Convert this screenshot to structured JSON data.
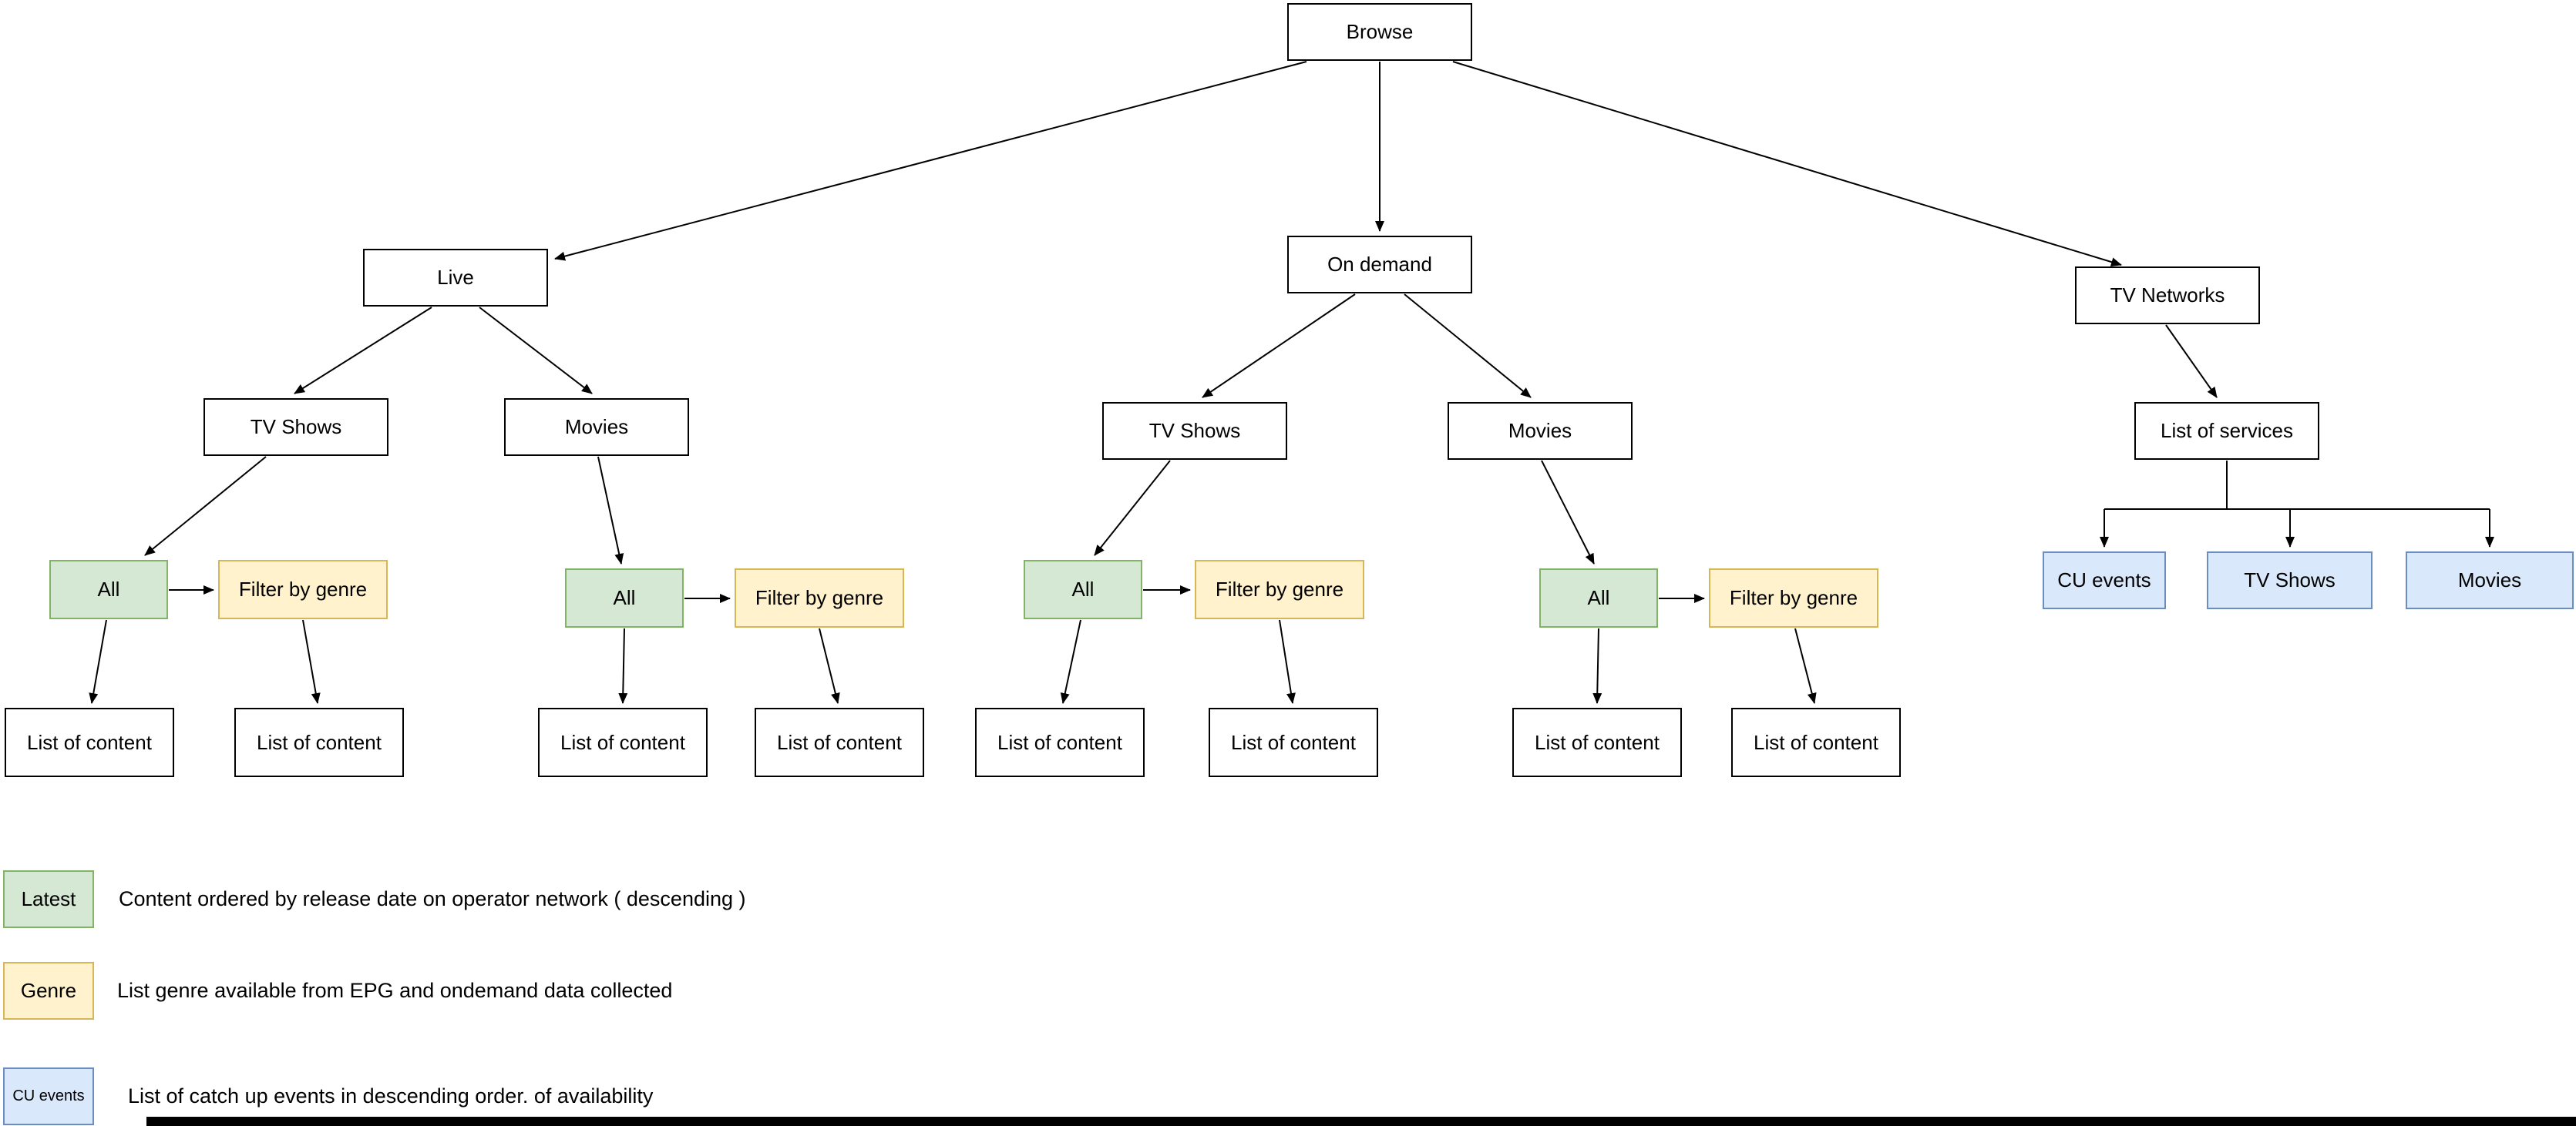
{
  "diagram": {
    "browse": "Browse",
    "live": "Live",
    "on_demand": "On demand",
    "tv_networks": "TV Networks",
    "tv_shows": "TV Shows",
    "movies": "Movies",
    "all": "All",
    "filter_by_genre": "Filter by genre",
    "list_of_content": "List of content",
    "list_of_services": "List of services",
    "cu_events": "CU events"
  },
  "legend": {
    "items": [
      {
        "label": "Latest",
        "color": "#d5e8d4",
        "description": "Content ordered by release date on operator network ( descending )"
      },
      {
        "label": "Genre",
        "color": "#fff2cc",
        "description": "List genre available from EPG and ondemand data collected"
      },
      {
        "label": "CU events",
        "color": "#dae8fc",
        "description": "List of catch up events in descending order. of availability"
      }
    ]
  },
  "colors": {
    "green_fill": "#d5e8d4",
    "green_stroke": "#82b366",
    "yellow_fill": "#fff2cc",
    "yellow_stroke": "#d6b656",
    "blue_fill": "#dae8fc",
    "blue_stroke": "#6c8ebf",
    "node_fill": "#ffffff",
    "node_stroke": "#000000",
    "arrow": "#000000"
  }
}
